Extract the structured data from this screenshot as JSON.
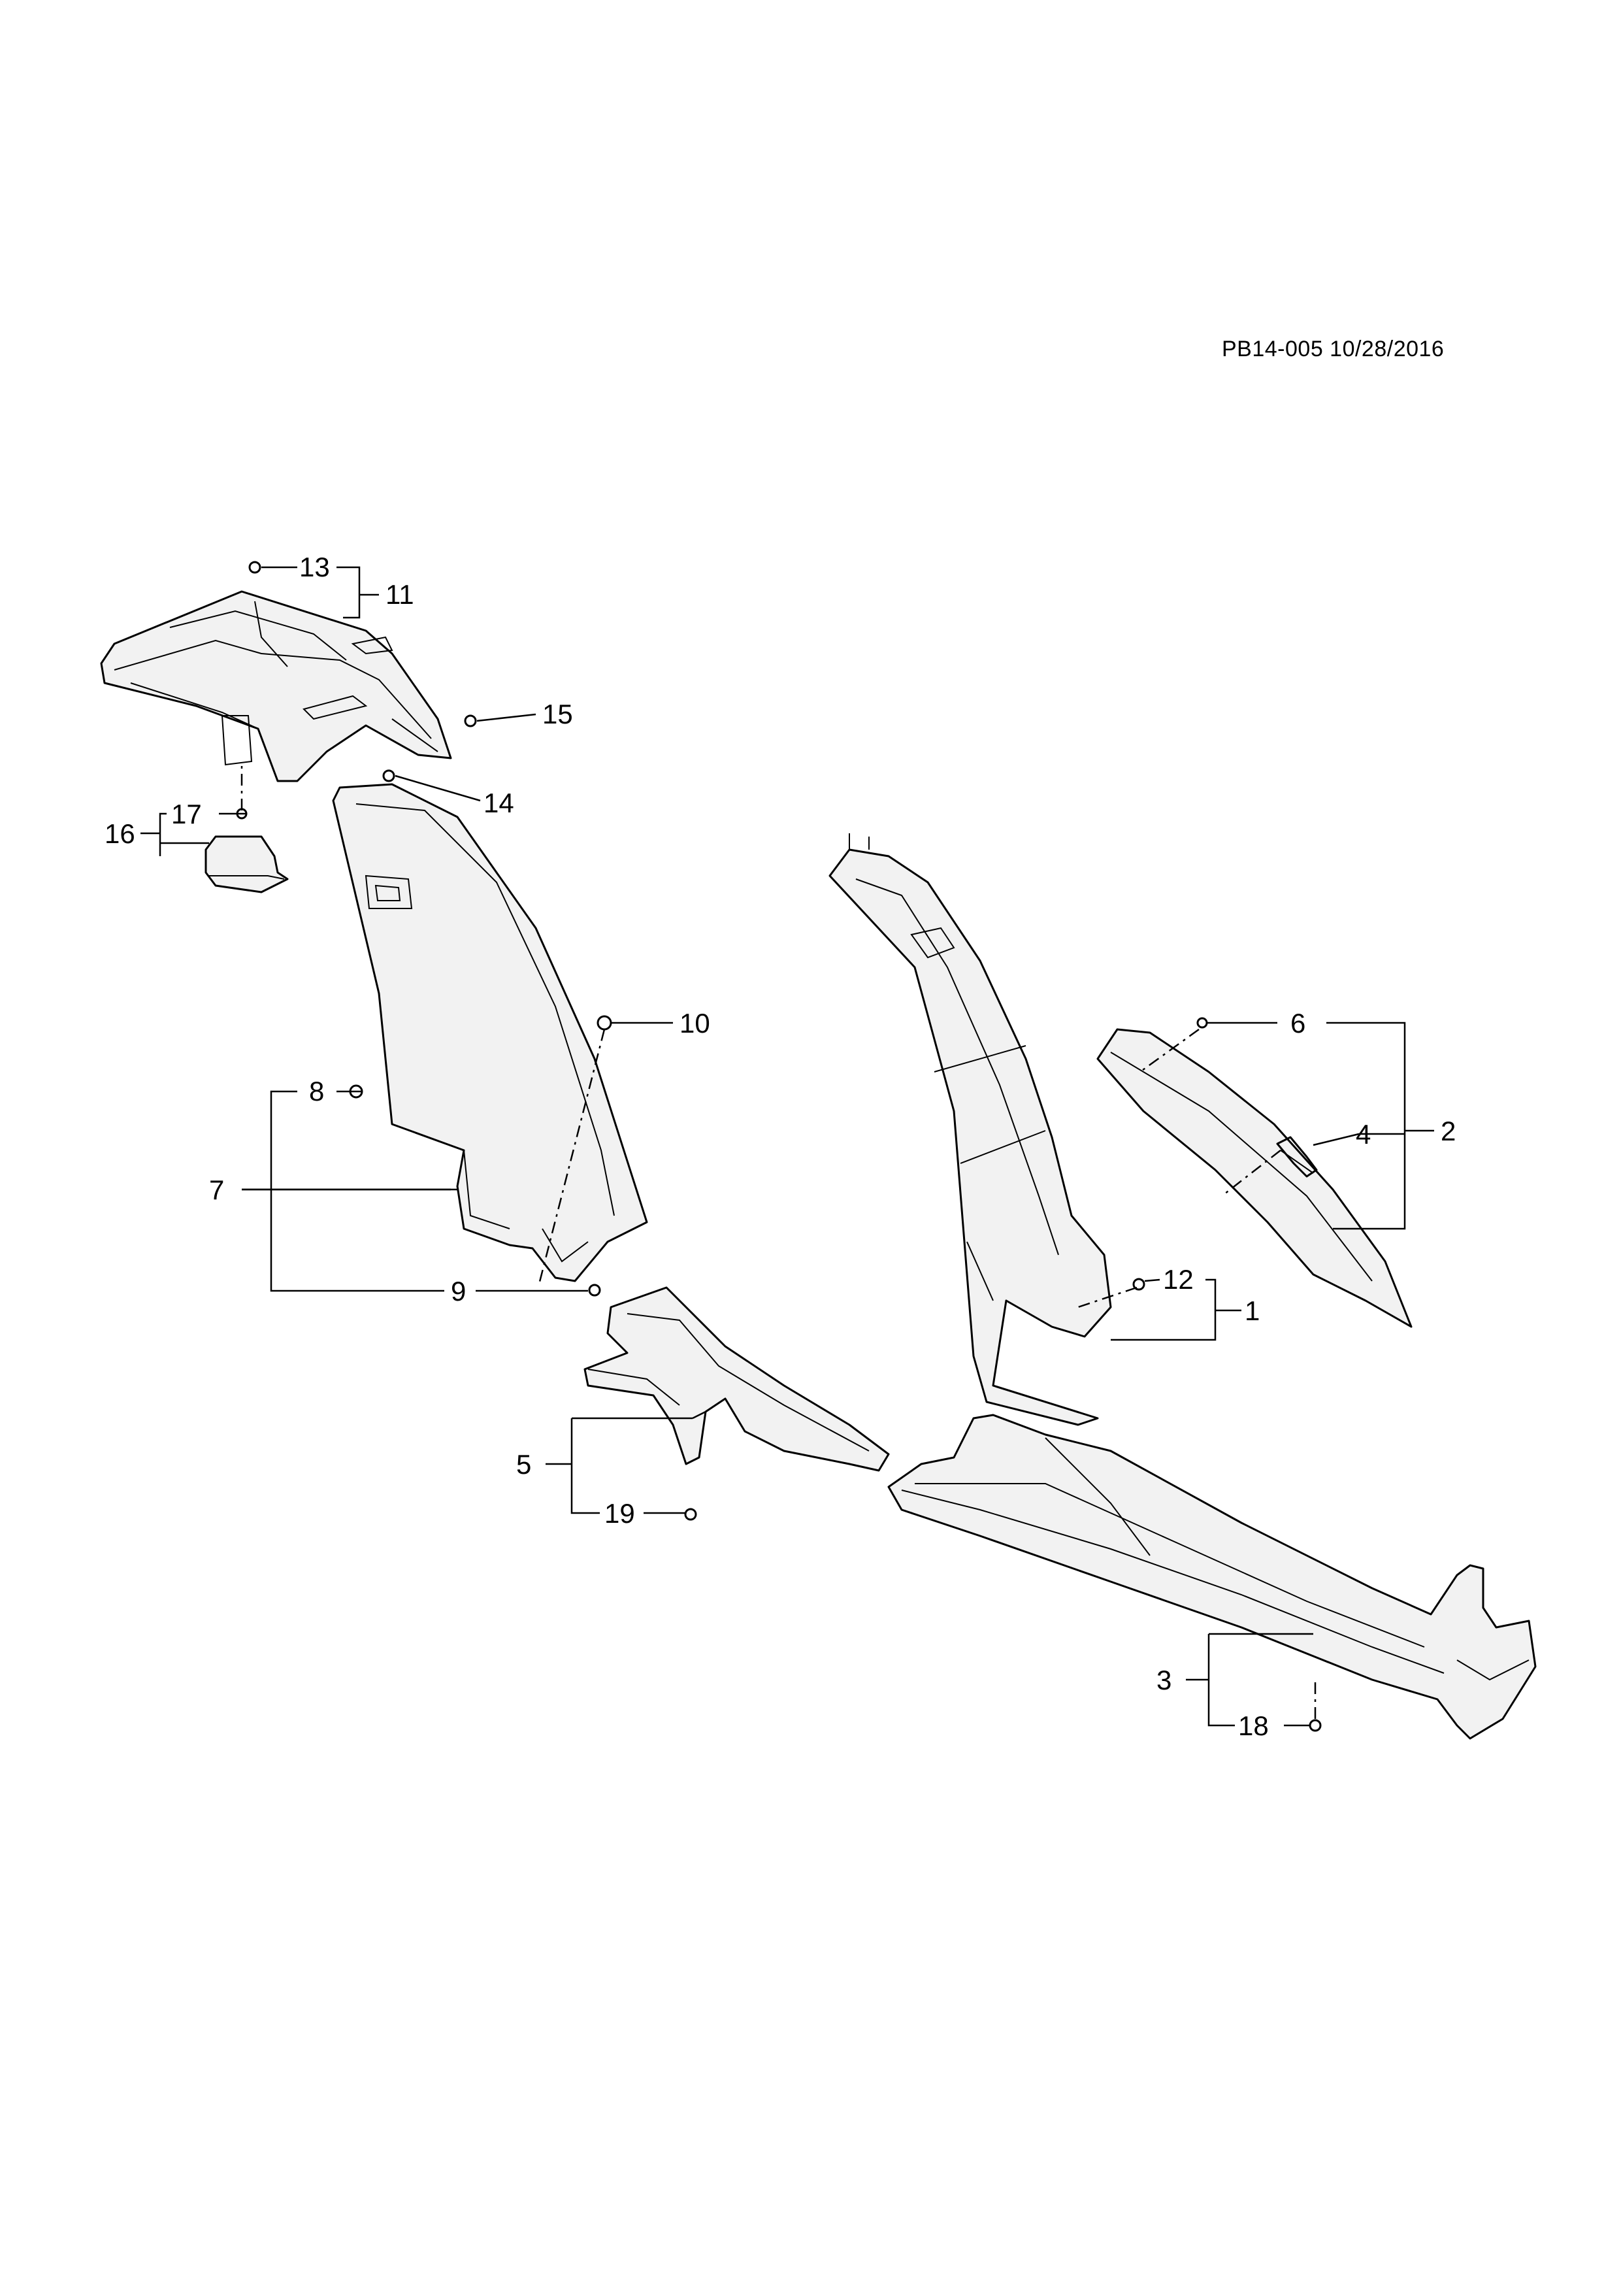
{
  "document": {
    "id_date": "PB14-005 10/28/2016"
  },
  "callouts": {
    "c1": "1",
    "c2": "2",
    "c3": "3",
    "c4": "4",
    "c5": "5",
    "c6": "6",
    "c7": "7",
    "c8": "8",
    "c9": "9",
    "c10": "10",
    "c11": "11",
    "c12": "12",
    "c13": "13",
    "c14": "14",
    "c15": "15",
    "c16": "16",
    "c17": "17",
    "c18": "18",
    "c19": "19"
  },
  "colors": {
    "line": "#000000",
    "background": "#ffffff",
    "part_fill": "#f2f2f2"
  }
}
